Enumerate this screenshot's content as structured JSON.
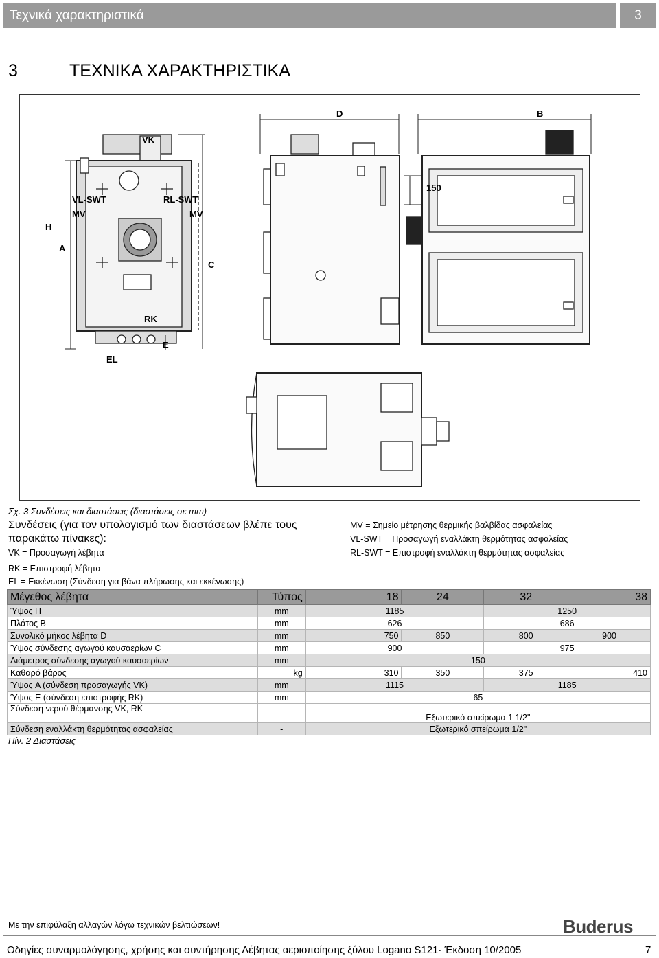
{
  "header": {
    "title": "Τεχνικά χαρακτηριστικά",
    "chapter": "3"
  },
  "section": {
    "number": "3",
    "title": "ΤΕΧΝΙΚΑ ΧΑΡΑΚΤΗΡΙΣΤΙΚΑ"
  },
  "figure": {
    "labels": {
      "vk": "VK",
      "vl_swt": "VL-SWT",
      "rl_swt": "RL-SWT",
      "mv": "MV",
      "h": "H",
      "a": "A",
      "c": "C",
      "rk": "RK",
      "e": "E",
      "el": "EL",
      "d": "D",
      "b": "B",
      "dim150": "150"
    },
    "caption": "Σχ. 3 Συνδέσεις και διαστάσεις (διαστάσεις σε mm)"
  },
  "intro": {
    "text": "Συνδέσεις (για τον υπολογισμό των διαστάσεων βλέπε τους παρακάτω πίνακες):"
  },
  "legend": {
    "vk": "VK = Προσαγωγή λέβητα",
    "rk": "RK = Επιστροφή λέβητα",
    "el": "EL = Εκκένωση (Σύνδεση για βάνα πλήρωσης και εκκένωσης)",
    "mv": "MV = Σημείο μέτρησης θερμικής βαλβίδας ασφαλείας",
    "vl_swt": "VL-SWT = Προσαγωγή εναλλάκτη θερμότητας ασφαλείας",
    "rl_swt": "RL-SWT = Επιστροφή εναλλάκτη θερμότητας ασφαλείας"
  },
  "table": {
    "head": {
      "label": "Μέγεθος λέβητα",
      "type": "Τύπος",
      "s18": "18",
      "s24": "24",
      "s32": "32",
      "s38": "38"
    },
    "rows": [
      {
        "label": "Ύψος H",
        "unit": "mm",
        "v1": "1185",
        "v2": "1250"
      },
      {
        "label": "Πλάτος B",
        "unit": "mm",
        "v1": "626",
        "v2": "686"
      },
      {
        "label": "Συνολικό μήκος λέβητα D",
        "unit": "mm",
        "v1": "750",
        "v2": "850",
        "v3": "800",
        "v4": "900"
      },
      {
        "label": "Ύψος σύνδεσης αγωγού καυσαερίων C",
        "unit": "mm",
        "v1": "900",
        "v2": "975"
      },
      {
        "label": "Διάμετρος σύνδεσης αγωγού καυσαερίων",
        "unit": "mm",
        "v1": "150"
      },
      {
        "label": "Καθαρό βάρος",
        "unit": "kg",
        "v1": "310",
        "v2": "350",
        "v3": "375",
        "v4": "410"
      },
      {
        "label": "Ύψος A (σύνδεση προσαγωγής VK)",
        "unit": "mm",
        "v1": "1115",
        "v2": "1185"
      },
      {
        "label": "Ύψος E (σύνδεση επιστροφής RK)",
        "unit": "mm",
        "v1": "65"
      },
      {
        "label": "Σύνδεση νερού θέρμανσης VK, RK",
        "unit": "",
        "v1": "Εξωτερικό σπείρωμα 1 1/2\""
      },
      {
        "label": "Σύνδεση εναλλάκτη θερμότητας ασφαλείας",
        "unit": "-",
        "v1": "Εξωτερικό σπείρωμα 1/2\""
      }
    ],
    "caption": "Πίν. 2 Διαστάσεις"
  },
  "footnote": "Με την επιφύλαξη αλλαγών λόγω τεχνικών βελτιώσεων!",
  "brand": "Buderus",
  "footer": {
    "text": "Οδηγίες συναρμολόγησης, χρήσης και συντήρησης Λέβητας αεριοποίησης ξύλου Logano S121· Έκδοση 10/2005",
    "page": "7"
  }
}
